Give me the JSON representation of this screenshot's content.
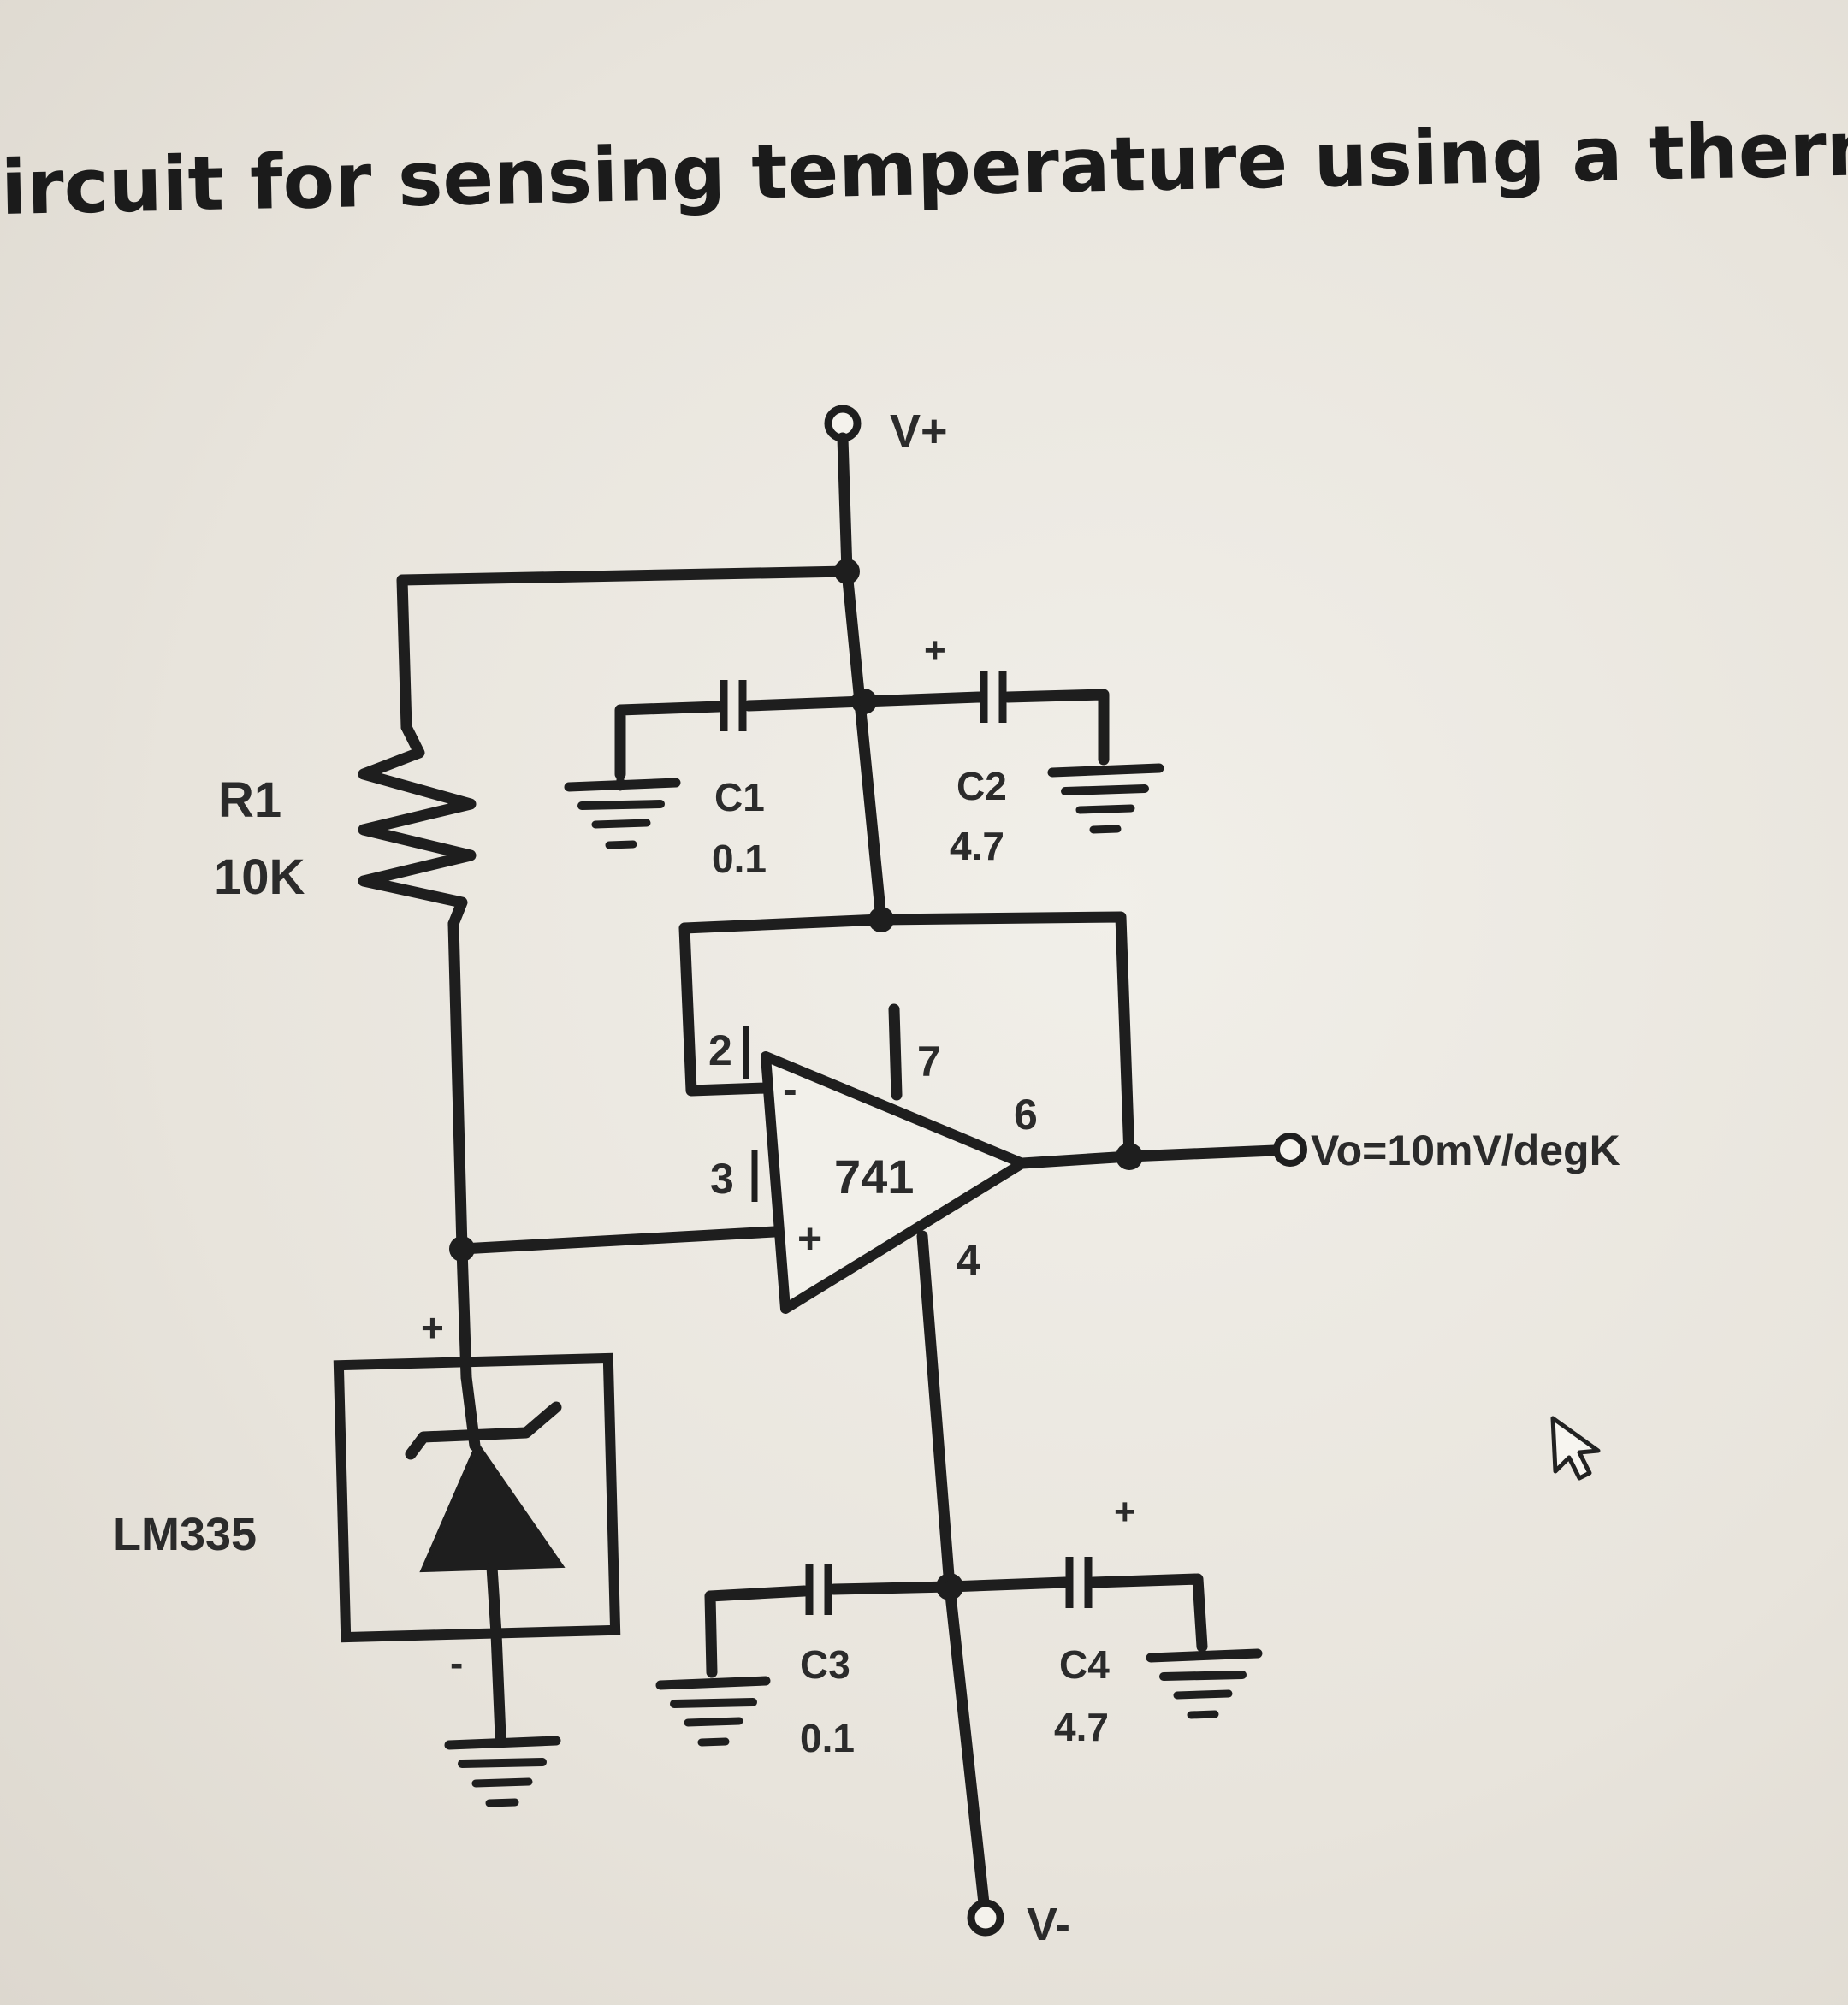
{
  "caption": "ircuit for sensing temperature using a thermistor.",
  "nodes": {
    "vplus": "V+",
    "vminus": "V-",
    "vout": "Vo=10mV/degK"
  },
  "r1": {
    "ref": "R1",
    "value": "10K"
  },
  "c1": {
    "ref": "C1",
    "value": "0.1"
  },
  "c2": {
    "ref": "C2",
    "value": "4.7"
  },
  "c3": {
    "ref": "C3",
    "value": "0.1"
  },
  "c4": {
    "ref": "C4",
    "value": "4.7"
  },
  "sensor": {
    "ref": "LM335"
  },
  "opamp": {
    "part": "741",
    "pin_inv": "2",
    "pin_noninv": "3",
    "pin_vpos": "7",
    "pin_out": "6",
    "pin_vneg": "4",
    "sign_minus": "-",
    "sign_plus": "+"
  },
  "polarity": {
    "plus": "+",
    "minus": "-"
  }
}
